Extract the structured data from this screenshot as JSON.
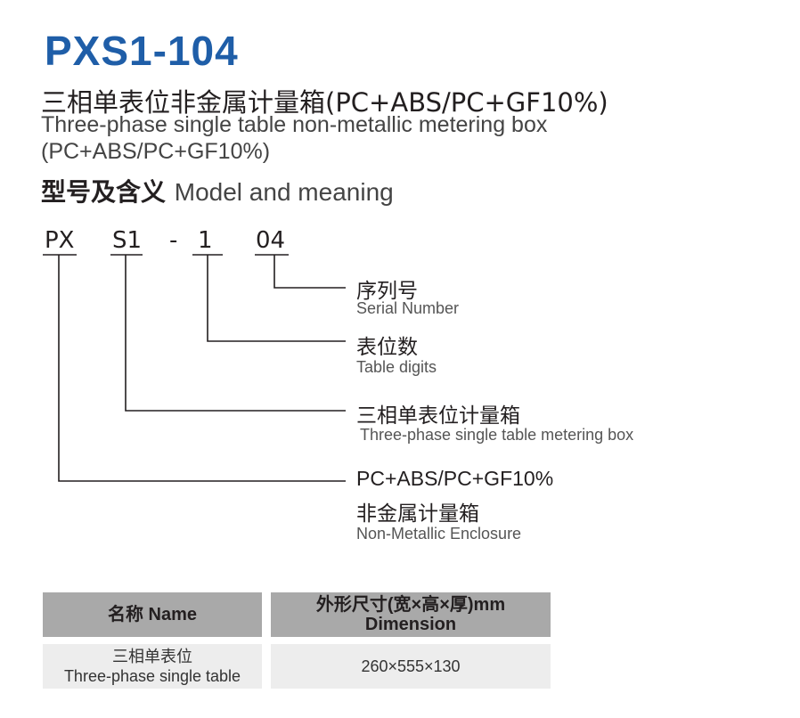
{
  "header": {
    "model_code": "PXS1-104",
    "title_cn": "三相单表位非金属计量箱(PC+ABS/PC+GF10%)",
    "title_en_line1": "Three-phase single table non-metallic metering box",
    "title_en_line2": "(PC+ABS/PC+GF10%)"
  },
  "section": {
    "heading_cn": "型号及含义",
    "heading_en": "Model and meaning"
  },
  "code_parts": [
    "PX",
    "S1",
    "-",
    "1",
    "04"
  ],
  "meanings": [
    {
      "cn": "序列号",
      "en": "Serial Number"
    },
    {
      "cn": "表位数",
      "en": "Table digits"
    },
    {
      "cn": "三相单表位计量箱",
      "en": "Three-phase single table metering box"
    },
    {
      "line1": "PC+ABS/PC+GF10%",
      "cn": "非金属计量箱",
      "en": "Non-Metallic Enclosure"
    }
  ],
  "table": {
    "headers": [
      {
        "line1": "名称 Name"
      },
      {
        "line1": "外形尺寸(宽×高×厚)mm",
        "line2": "Dimension"
      }
    ],
    "rows": [
      {
        "name_cn": "三相单表位",
        "name_en": "Three-phase single table",
        "dimension": "260×555×130"
      }
    ]
  },
  "colors": {
    "brand_blue": "#1f5ea8",
    "header_gray": "#a9a9a9",
    "cell_gray": "#ededed"
  }
}
